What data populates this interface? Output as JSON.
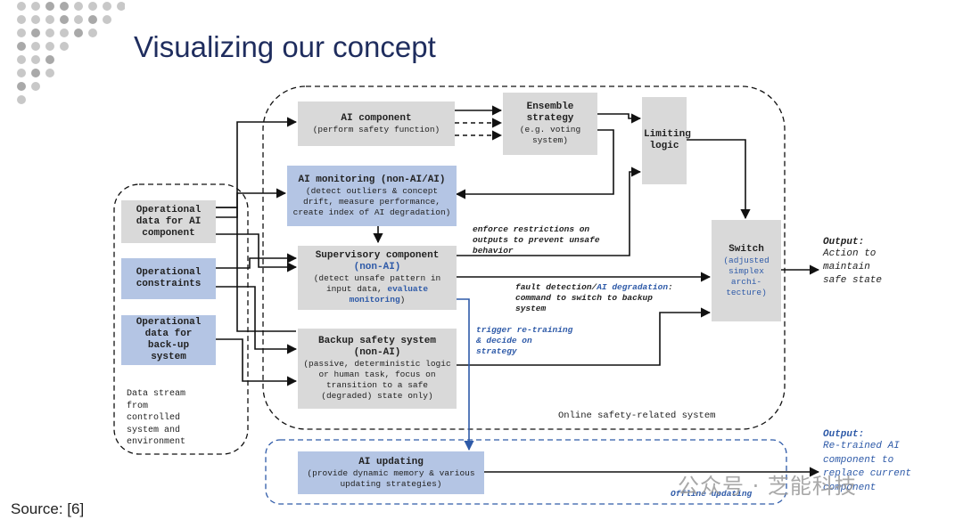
{
  "slide": {
    "title": "Visualizing our concept",
    "source": "Source: [6]"
  },
  "boxes": {
    "ai_component": {
      "title": "AI component",
      "sub": "(perform safety function)"
    },
    "ensemble": {
      "title": "Ensemble strategy",
      "sub": "(e.g. voting system)"
    },
    "limiting": {
      "title": "Limiting logic"
    },
    "ai_monitoring": {
      "title": "AI monitoring (non-AI/AI)",
      "sub": "(detect outliers & concept drift, measure performance, create index of AI degradation)"
    },
    "supervisory": {
      "title": "Supervisory component",
      "title2": "(non-AI)",
      "sub": "(detect unsafe pattern in input data, ",
      "sub_blue": "evaluate monitoring",
      "sub_end": ")"
    },
    "backup": {
      "title": "Backup safety system",
      "title2": "(non-AI)",
      "sub": "(passive, deterministic logic or human task, focus on transition to a safe (degraded) state only)"
    },
    "switch": {
      "title": "Switch",
      "sub": "(adjusted simplex archi-tecture)"
    },
    "op_data_ai": {
      "title": "Operational data for AI component"
    },
    "op_constraints": {
      "title": "Operational constraints"
    },
    "op_data_backup": {
      "title": "Operational data for back-up system"
    },
    "ai_updating": {
      "title": "AI updating",
      "sub": "(provide dynamic memory & various updating strategies)"
    }
  },
  "labels": {
    "data_stream": "Data stream from controlled system and environment",
    "enforce": "enforce restrictions on outputs to prevent unsafe behavior",
    "fault_a": "fault detection/",
    "fault_b": "AI degradation",
    "fault_c": ": command to switch to backup system",
    "trigger": "trigger re-training & decide on strategy",
    "online": "Online safety-related system",
    "offline": "Offline updating"
  },
  "outputs": {
    "main_title": "Output:",
    "main_text": "Action to maintain safe state",
    "retrained_title": "Output:",
    "retrained_text": "Re-trained AI component to replace current component"
  },
  "watermark": "公众号 · 芝能科技",
  "colors": {
    "title": "#1f2d5e",
    "gray_box": "#d9d9d9",
    "blue_box": "#b4c5e4",
    "accent_blue": "#2e5aa8",
    "dots": "#c8c8c8"
  }
}
